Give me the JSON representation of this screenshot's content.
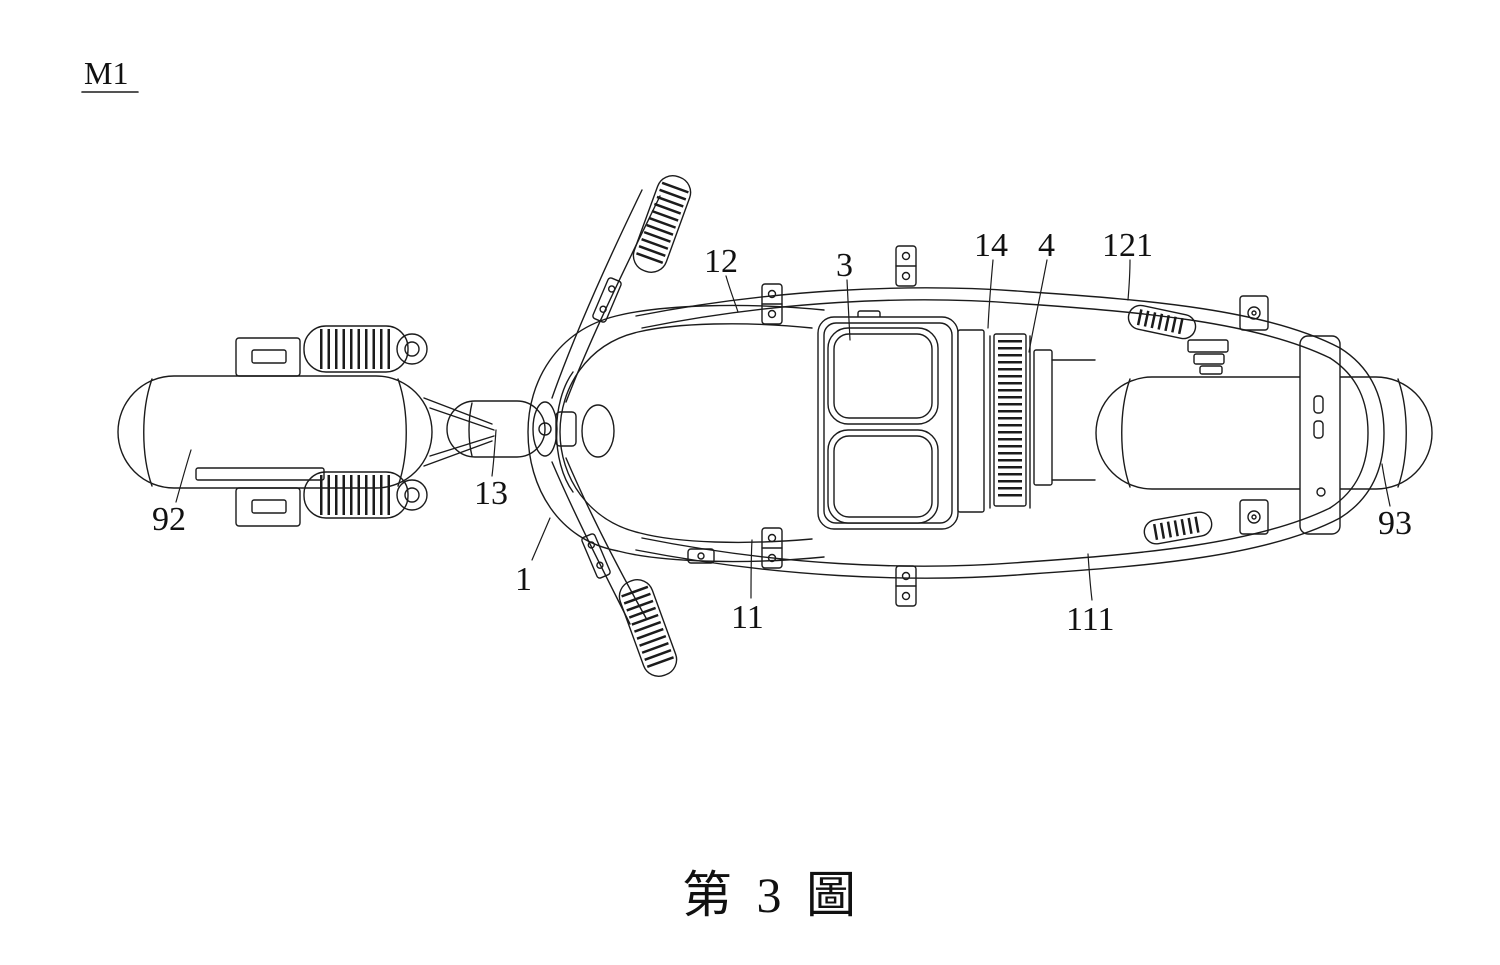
{
  "figure": {
    "model_label": "M1",
    "caption": "第 3 圖",
    "labels": {
      "n12": "12",
      "n3": "3",
      "n14": "14",
      "n4": "4",
      "n121": "121",
      "n92": "92",
      "n13": "13",
      "n1": "1",
      "n11": "11",
      "n111": "111",
      "n93": "93"
    }
  }
}
